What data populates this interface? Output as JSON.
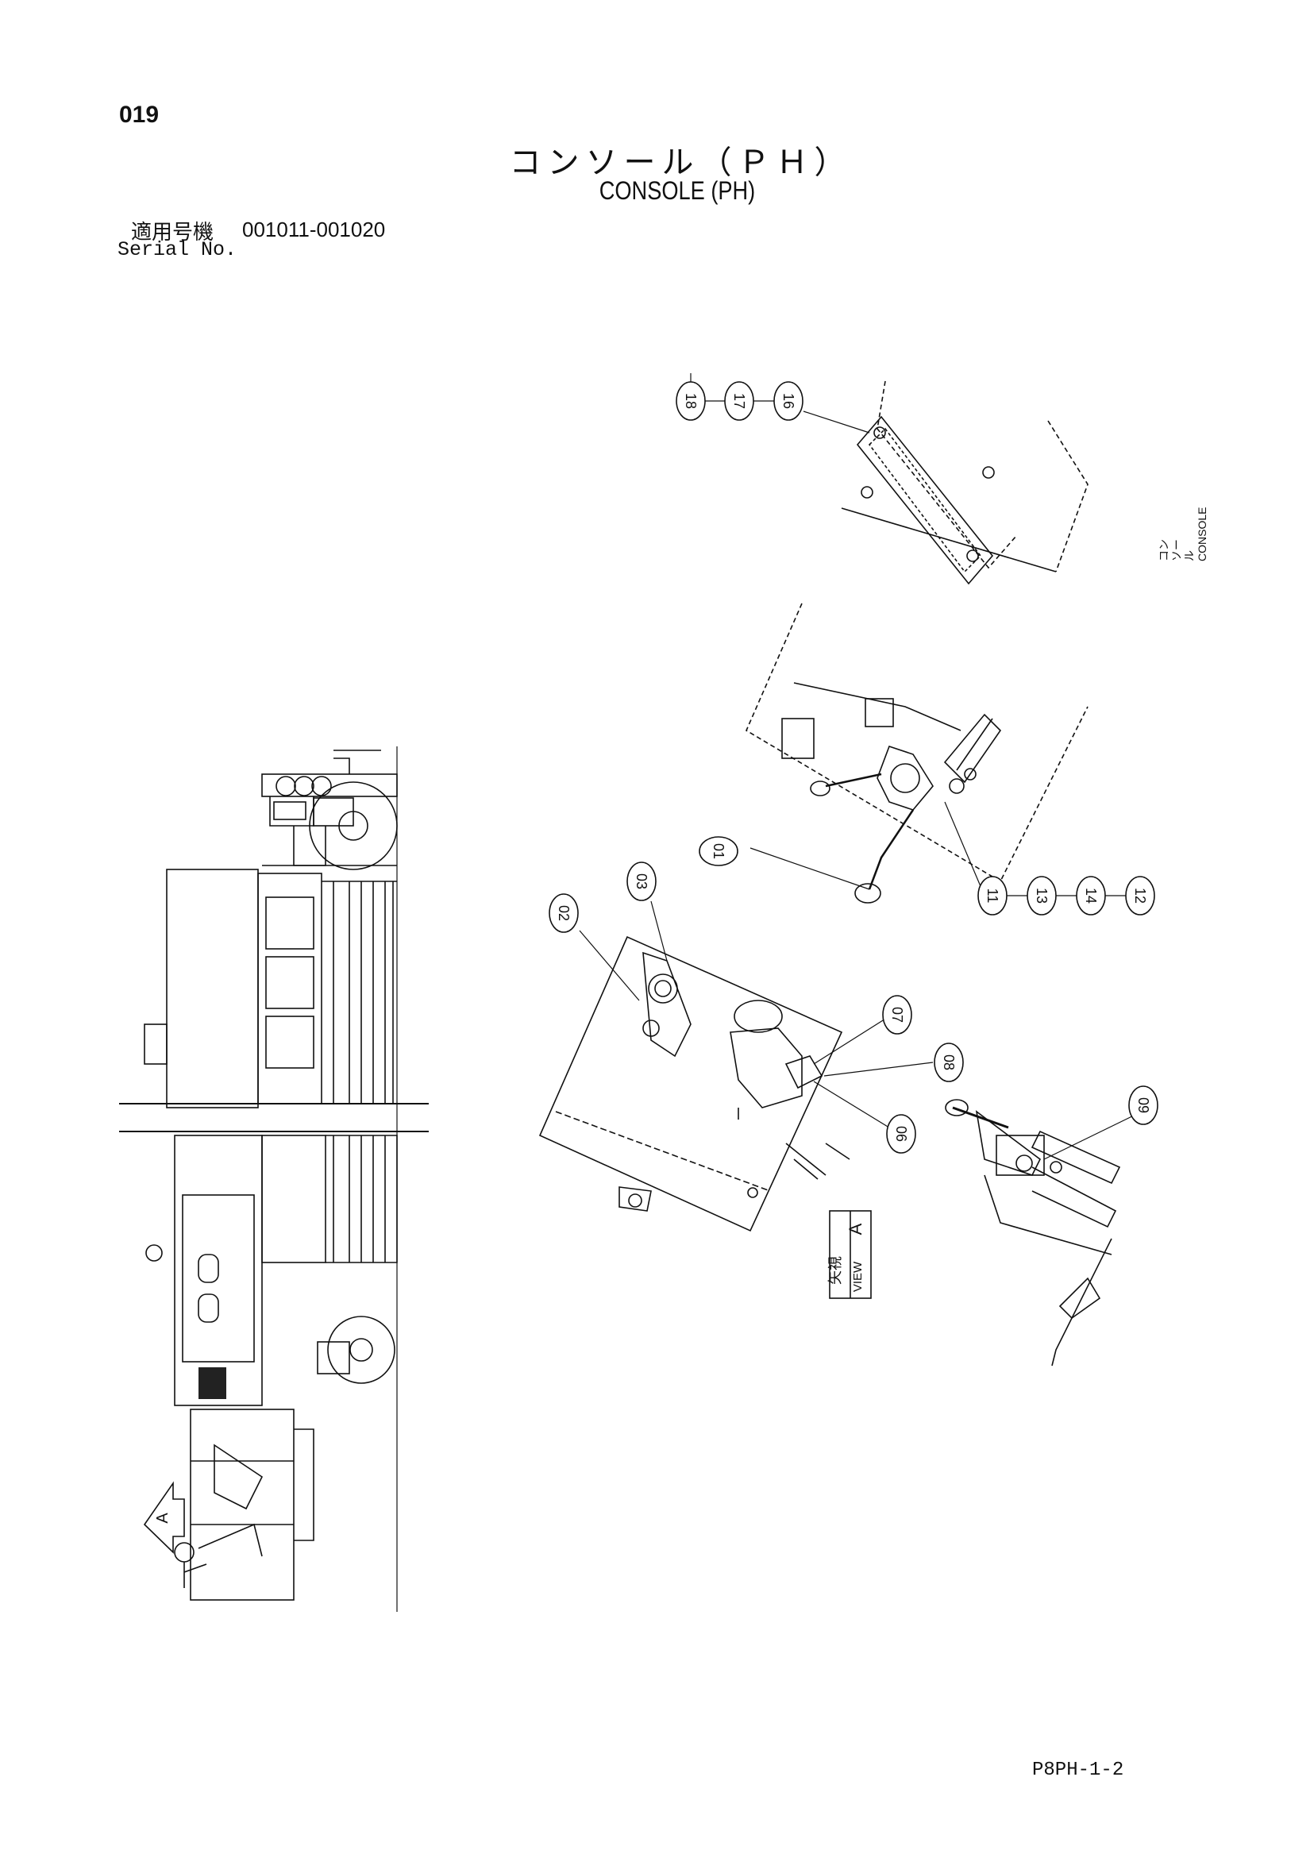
{
  "page": {
    "number": "019",
    "title_jp": "コンソール（ＰＨ）",
    "title_en": "CONSOLE (PH)",
    "serial_label_jp": "適用号機",
    "serial_value": "001011-001020",
    "serial_label_en": "Serial No.",
    "side_label_jp": "コンソール",
    "side_label_en": "CONSOLE",
    "doc_code": "P8PH-1-2"
  },
  "callouts": [
    "18",
    "17",
    "16",
    "01",
    "11",
    "13",
    "14",
    "12",
    "02",
    "03",
    "07",
    "08",
    "06",
    "09"
  ],
  "view_label": {
    "jp": "矢視",
    "en": "VIEW",
    "letter": "A"
  },
  "view_marker": "A"
}
